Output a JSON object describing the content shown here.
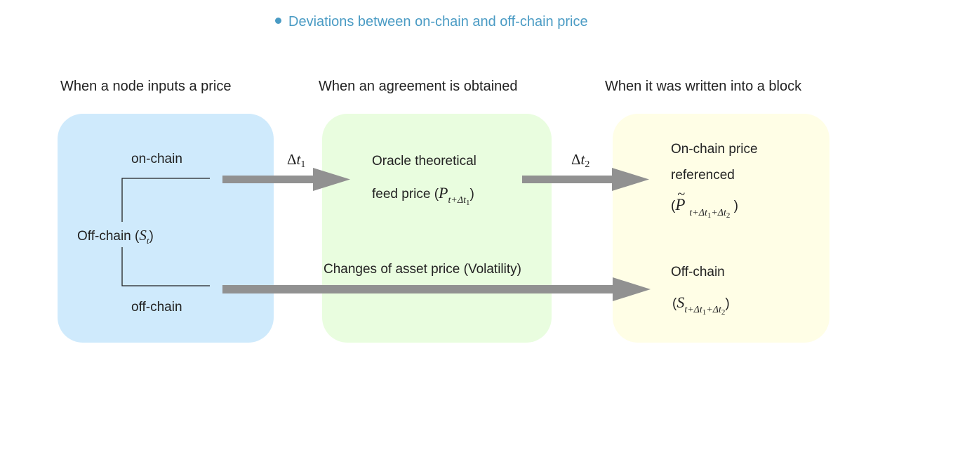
{
  "title": "Deviations between on-chain and off-chain price",
  "stages": {
    "input": "When a node inputs a price",
    "agreement": "When  an agreement is obtained",
    "block": "When it was written into a block"
  },
  "node": {
    "on_chain": "on-chain",
    "off_chain_label": "Off-chain (",
    "off_chain_var": "S",
    "off_chain_sub": "t",
    "off_chain_close": ")",
    "off_chain_bottom": "off-chain"
  },
  "arrows": {
    "delta1_symbol": "Δ",
    "delta1_var": "t",
    "delta1_sub": "1",
    "delta2_symbol": "Δ",
    "delta2_var": "t",
    "delta2_sub": "2"
  },
  "oracle": {
    "line1": "Oracle theoretical",
    "line2": "feed price (",
    "var": "P",
    "sub_t": "t+Δ",
    "sub_t2": "t",
    "sub_i": "1",
    "close": ")"
  },
  "volatility": "Changes of asset price (Volatility)",
  "on_chain_ref": {
    "line1": "On-chain price",
    "line2": "referenced",
    "open": "(",
    "var": "P",
    "tilde": "~",
    "sub_a": "t+Δ",
    "sub_b": "t",
    "sub_c": "1",
    "sub_d": "+Δ",
    "sub_e": "t",
    "sub_f": "2",
    "close": " )"
  },
  "off_chain_final": {
    "line1": "Off-chain",
    "open": "(",
    "var": "S",
    "sub_a": "t+Δ",
    "sub_b": "t",
    "sub_c": "1",
    "sub_d": "+Δ",
    "sub_e": "t",
    "sub_f": "2",
    "close": ")"
  },
  "colors": {
    "title": "#4a9bc4",
    "box_blue": "#cfeafc",
    "box_green": "#e9fddf",
    "box_yellow": "#fffee6",
    "arrow": "#919191"
  }
}
